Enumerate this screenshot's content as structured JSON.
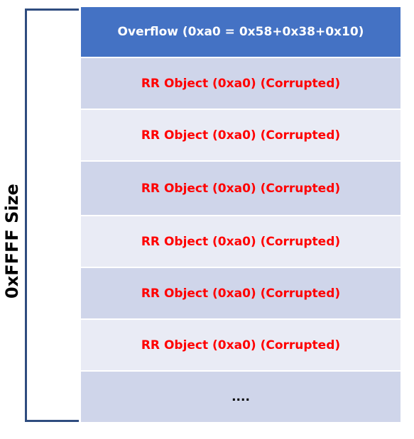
{
  "size_label": "0xFFFF Size",
  "rows": [
    {
      "label": "Overflow (0xa0 = 0x58+0x38+0x10)",
      "style": "header"
    },
    {
      "label": "RR Object (0xa0) (Corrupted)",
      "style": "dark"
    },
    {
      "label": "RR Object (0xa0) (Corrupted)",
      "style": "light"
    },
    {
      "label": "RR Object (0xa0) (Corrupted)",
      "style": "dark"
    },
    {
      "label": "RR Object (0xa0) (Corrupted)",
      "style": "light"
    },
    {
      "label": "RR Object (0xa0) (Corrupted)",
      "style": "dark"
    },
    {
      "label": "RR Object (0xa0) (Corrupted)",
      "style": "light"
    },
    {
      "label": "....",
      "style": "dark"
    }
  ],
  "colors": {
    "header_bg": "#4472c4",
    "dark_row_bg": "#cfd5ea",
    "light_row_bg": "#e9ebf5",
    "corrupted_text": "#ff0000",
    "bracket": "#2f4c7f"
  }
}
